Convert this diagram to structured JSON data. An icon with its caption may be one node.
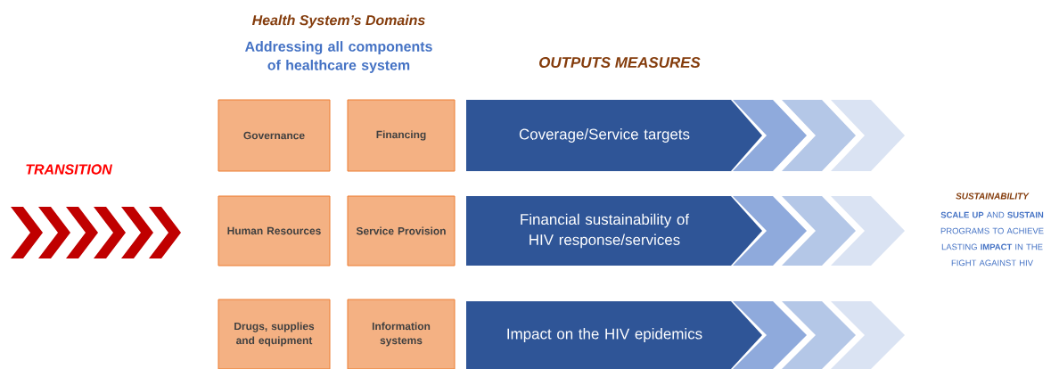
{
  "diagram": {
    "nodes": [
      {
        "text": [
          "Governance"
        ]
      },
      {
        "text": [
          "Financing"
        ]
      },
      {
        "text": [
          "Human Resources"
        ]
      },
      {
        "text": [
          "Service Provision"
        ]
      },
      {
        "text": [
          "Drugs, supplies and equipment"
        ]
      },
      {
        "text": [
          "Information systems"
        ]
      },
      {
        "text": [
          "Coverage/Service targets"
        ]
      },
      {
        "text": [
          "Financial sustainability of HIV response/services"
        ]
      },
      {
        "text": [
          "Impact on the HIV epidemics"
        ]
      }
    ],
    "labels": [
      "Health System’s Domains",
      "Addressing all components of healthcare system",
      "OUTPUTS MEASURES",
      "TRANSITION",
      "SUSTAINABILITY",
      "**SCALE UP** AND **SUSTAIN** PROGRAMS TO ACHIEVE LASTING **IMPACT** IN THE FIGHT AGAINST HIV"
    ]
  }
}
